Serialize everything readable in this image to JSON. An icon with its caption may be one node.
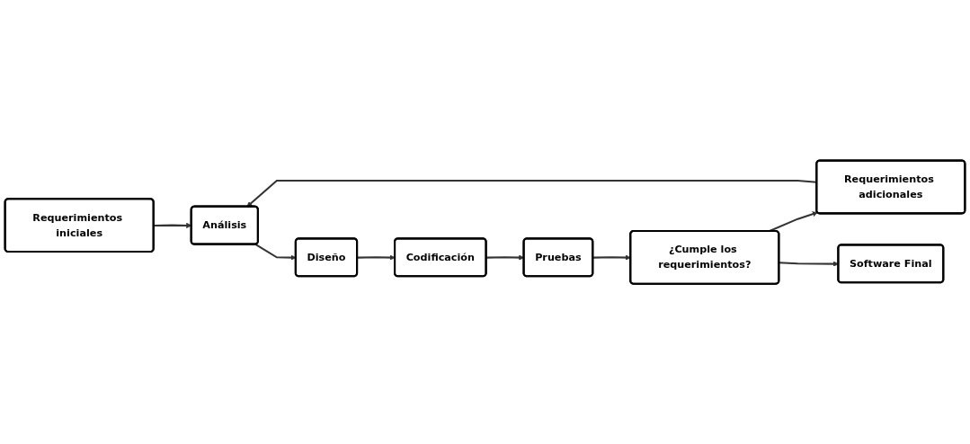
{
  "diagram": {
    "nodes": [
      {
        "text": [
          "Requerimientos iniciales"
        ]
      },
      {
        "text": [
          "Análisis"
        ]
      },
      {
        "text": [
          "Diseño"
        ]
      },
      {
        "text": [
          "Codificación"
        ]
      },
      {
        "text": [
          "Pruebas"
        ]
      },
      {
        "text": [
          "¿Cumple los requerimientos?"
        ]
      },
      {
        "text": [
          "Requerimientos adicionales"
        ]
      },
      {
        "text": [
          "Software Final"
        ]
      }
    ],
    "edges": [
      {
        "from": 0,
        "to": 1,
        "arrow": "to"
      },
      {
        "from": 1,
        "to": 2,
        "arrow": "to"
      },
      {
        "from": 2,
        "to": 3,
        "arrow": "to"
      },
      {
        "from": 3,
        "to": 4,
        "arrow": "to"
      },
      {
        "from": 4,
        "to": 5,
        "arrow": "to"
      },
      {
        "from": 5,
        "to": 6,
        "arrow": "to"
      },
      {
        "from": 6,
        "to": 1,
        "arrow": "to"
      },
      {
        "from": 5,
        "to": 7,
        "arrow": "to"
      }
    ]
  }
}
